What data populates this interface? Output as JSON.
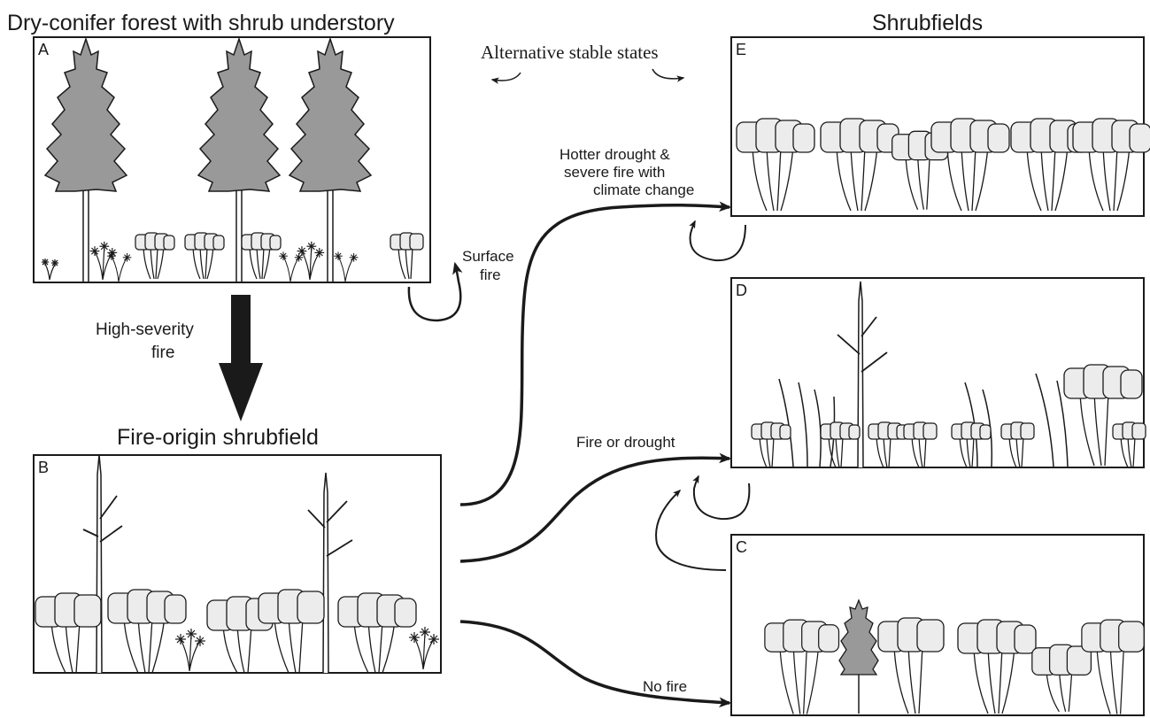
{
  "headings": {
    "panel_a": "Dry-conifer forest with shrub understory",
    "shrubfields": "Shrubfields",
    "alt_states": "Alternative stable states",
    "panel_b": "Fire-origin shrubfield"
  },
  "panels": {
    "a": "A",
    "b": "B",
    "c": "C",
    "d": "D",
    "e": "E"
  },
  "arrows": {
    "high_severity_line1": "High-severity",
    "high_severity_line2": "fire",
    "surface_line1": "Surface",
    "surface_line2": "fire",
    "hotter_line1": "Hotter drought &",
    "hotter_line2": "severe fire with",
    "hotter_line3": "climate change",
    "fire_or_drought": "Fire or drought",
    "no_fire": "No fire"
  },
  "colors": {
    "ink": "#1a1a1a",
    "crown": "#999999",
    "shrub": "#ececec",
    "background": "#ffffff"
  }
}
